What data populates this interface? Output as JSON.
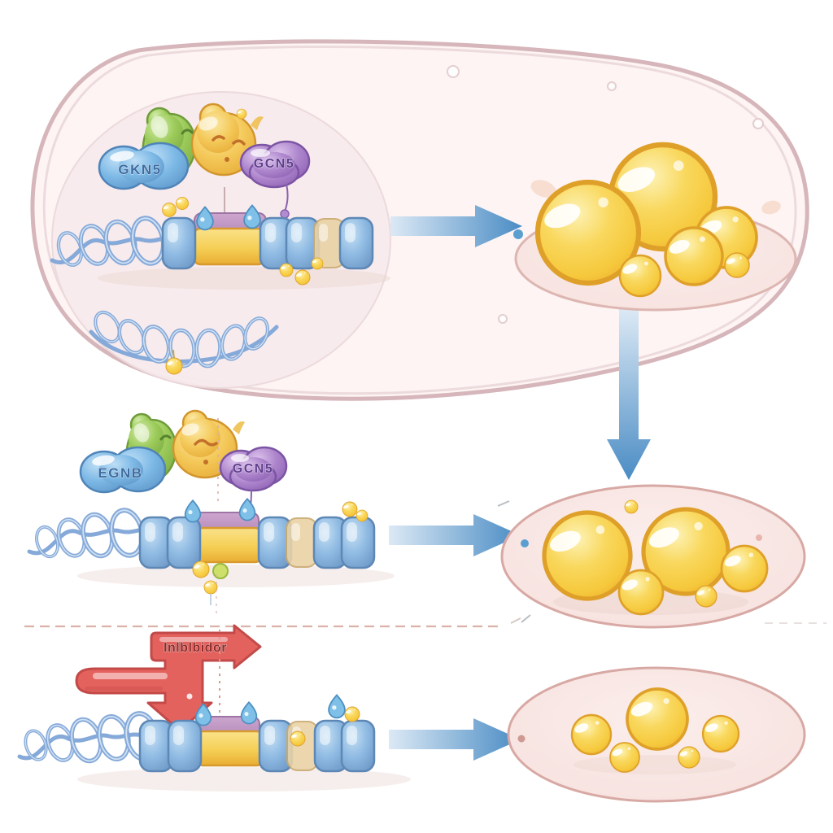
{
  "figure": {
    "kind": "biology-pathway-illustration",
    "rows": [
      {
        "id": "top",
        "contains": "cell with nucleus, chromatin with gene being expressed, transcription factor blobs",
        "result_droplets": 6,
        "droplet_size": "large"
      },
      {
        "id": "middle",
        "contains": "chromatin with gene being expressed, transcription factor blobs",
        "result_droplets": 5,
        "droplet_size": "medium"
      },
      {
        "id": "bottom",
        "contains": "chromatin with red inhibitor blocking the gene",
        "result_droplets": 5,
        "droplet_size": "small"
      }
    ]
  },
  "factors": {
    "row1_blue_label": "GKN5",
    "row1_purple_label": "GCN5",
    "row2_blue_label": "EGNB",
    "row2_purple_label": "GCN5"
  },
  "inhibitor": {
    "label": "Inlblbidor"
  },
  "colors": {
    "background": "#ffffff",
    "membrane_pink": "#d6b6ba",
    "cell_fill": "#fdf4f3",
    "oval_cell_fill": "#f8e6e3",
    "oval_cell_edge": "#d8a9a4",
    "droplet_yellow": "#f8d352",
    "droplet_edge": "#dfa02a",
    "arrow_blue": "#4a8cc4",
    "inhibitor_red": "#e4625e",
    "dna_blue": "#85a9d8",
    "nucleosome_blue": "#8db9e2",
    "gene_bar_yellow": "#f5cf55",
    "gene_cap_purple": "#bd93c2",
    "factor_blue": "#7db9e6",
    "factor_green": "#9ccb5a",
    "factor_yellow": "#f4c95a",
    "factor_purple": "#ad85cc",
    "dashed_separator": "#dcb2a8"
  }
}
